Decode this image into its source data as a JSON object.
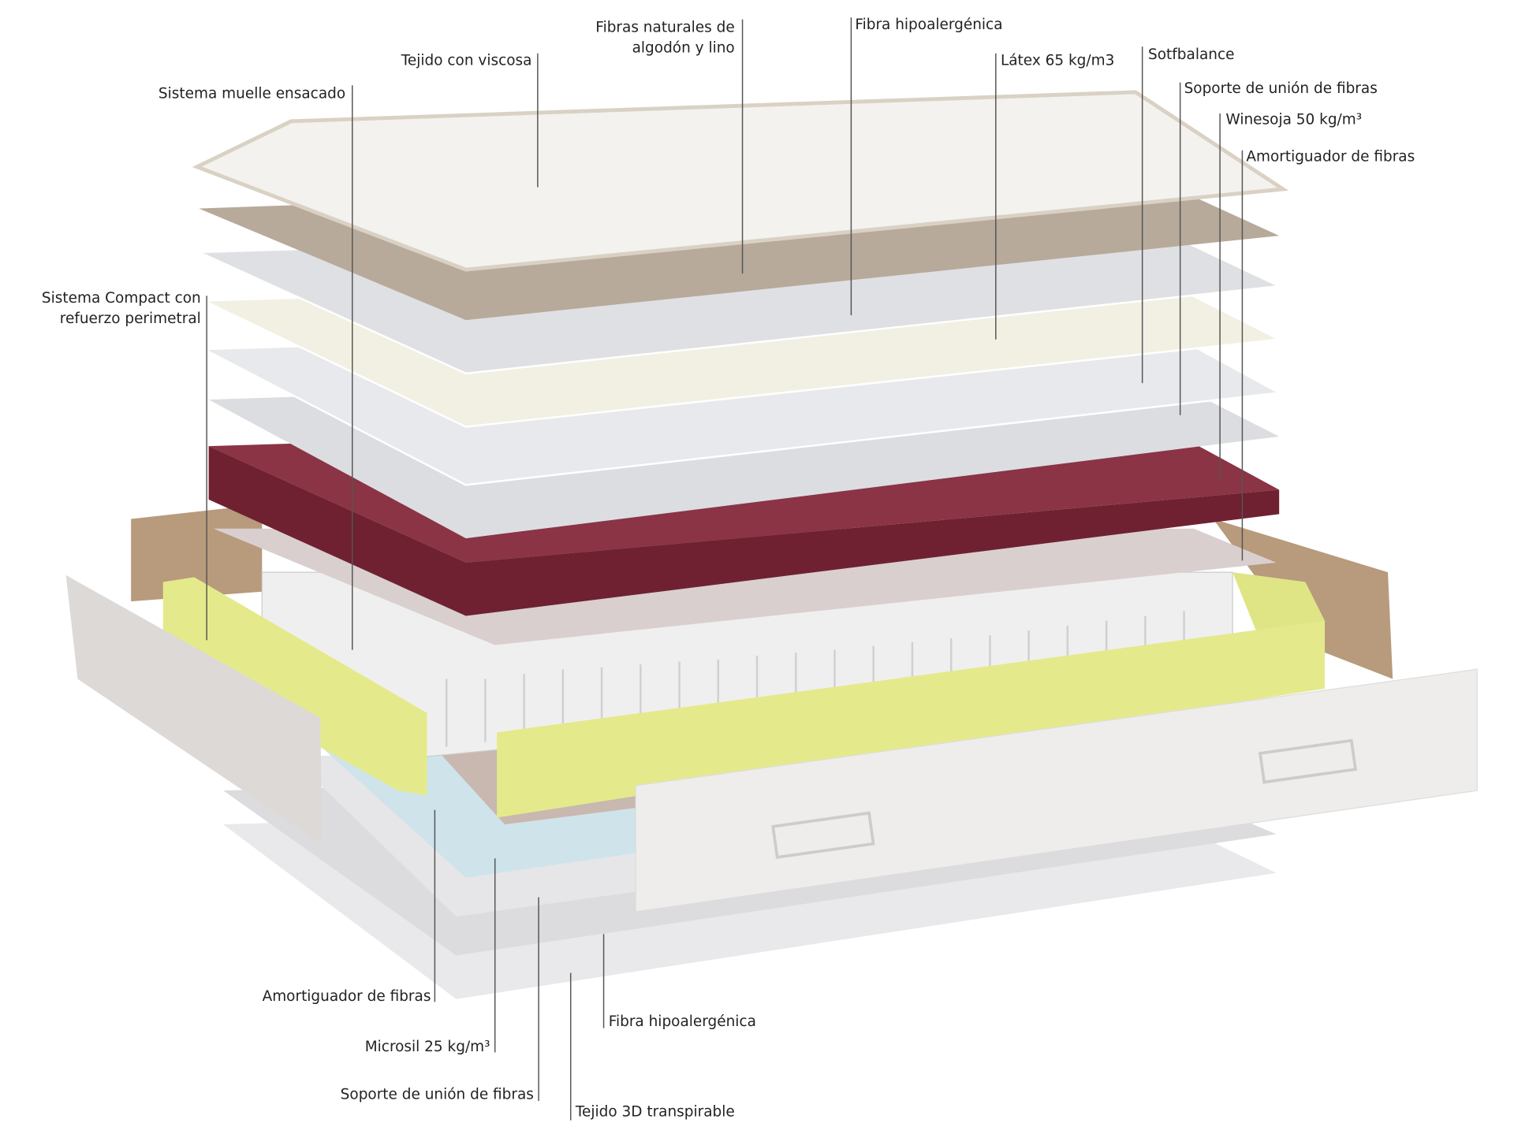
{
  "labels_top": {
    "fibras_naturales_l1": "Fibras naturales de",
    "fibras_naturales_l2": "algodón y lino",
    "tejido_viscosa": "Tejido con viscosa",
    "sistema_muelle": "Sistema muelle ensacado",
    "fibra_hipo": "Fibra hipoalergénica",
    "latex": "Látex 65 kg/m3",
    "sotfbalance": "Sotfbalance",
    "soporte_union": "Soporte de unión de fibras",
    "winesoja": "Winesoja 50 kg/m³",
    "amortiguador": "Amortiguador de fibras",
    "compact_l1": "Sistema Compact con",
    "compact_l2": "refuerzo perimetral"
  },
  "labels_bottom": {
    "amortiguador": "Amortiguador de fibras",
    "microsil": "Microsil 25 kg/m³",
    "soporte_union": "Soporte de unión de fibras",
    "tejido_3d": "Tejido 3D transpirable",
    "fibra_hipo": "Fibra hipoalergénica"
  },
  "colors": {
    "maroon": "#7a2737",
    "yellow": "#e4ea8c",
    "blue": "#cfe3ea",
    "brown_sheet": "#b7aa9b",
    "tan_panel": "#b89a7c"
  }
}
